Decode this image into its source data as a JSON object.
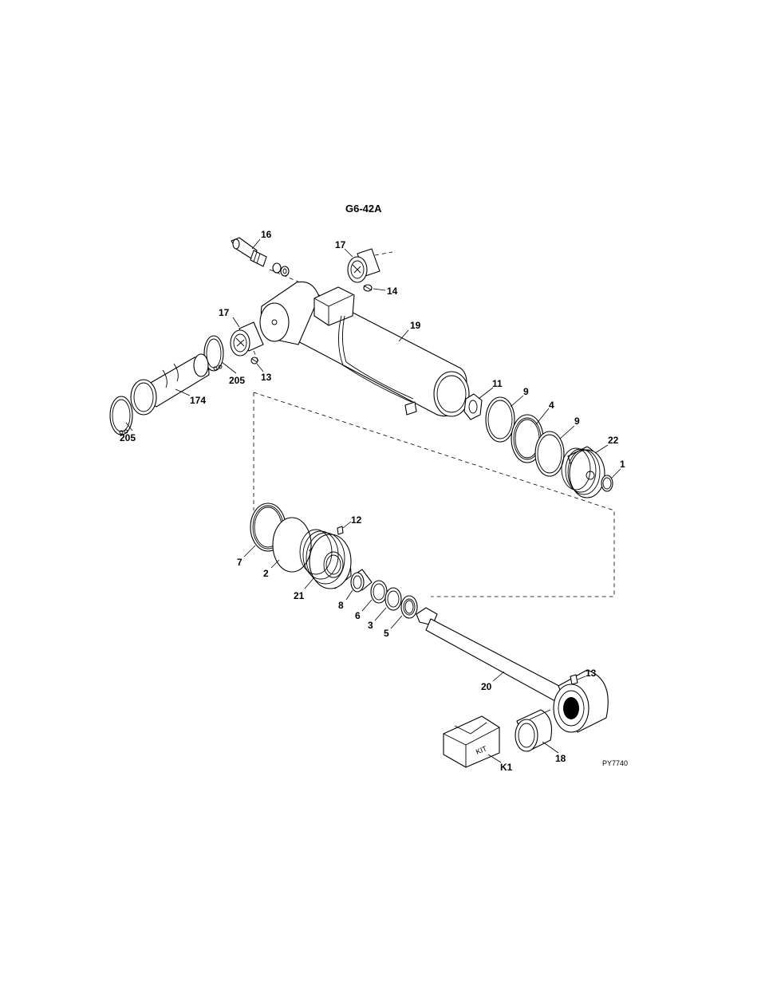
{
  "diagram": {
    "title": "G6-42A",
    "ref_code": "PY7740",
    "kit_box_text": "KIT",
    "callouts": {
      "c16": "16",
      "c17a": "17",
      "c14": "14",
      "c17b": "17",
      "c19": "19",
      "c205a": "205",
      "c13a": "13",
      "c174": "174",
      "c205b": "205",
      "c11": "11",
      "c9a": "9",
      "c4": "4",
      "c9b": "9",
      "c22": "22",
      "c1": "1",
      "c12": "12",
      "c7": "7",
      "c2": "2",
      "c21": "21",
      "c8": "8",
      "c6": "6",
      "c3": "3",
      "c5": "5",
      "c13b": "13",
      "c20": "20",
      "c18": "18",
      "ck1": "K1"
    }
  }
}
